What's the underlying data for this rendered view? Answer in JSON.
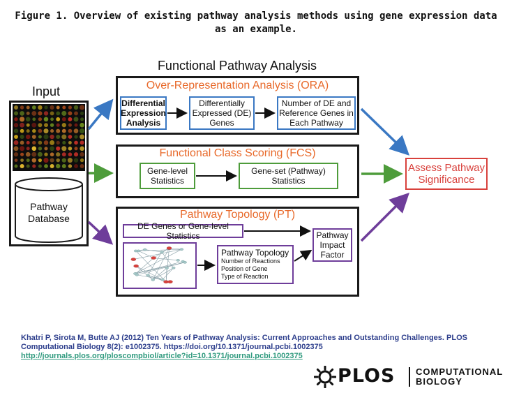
{
  "figure_title": "Figure 1. Overview of existing pathway analysis methods using gene expression data as an example.",
  "input": {
    "heading": "Input",
    "database_label": "Pathway Database"
  },
  "main_heading": "Functional Pathway Analysis",
  "ora": {
    "title": "Over-Representation Analysis (ORA)",
    "boxes": [
      "Differential Expression Analysis",
      "Differentially Expressed (DE) Genes",
      "Number of DE and Reference Genes in Each Pathway"
    ]
  },
  "fcs": {
    "title": "Functional Class Scoring (FCS)",
    "boxes": [
      "Gene-level Statistics",
      "Gene-set (Pathway) Statistics"
    ]
  },
  "pt": {
    "title": "Pathway Topology (PT)",
    "de_genes": "DE Genes or Gene-level Statistics",
    "topology_heading": "Pathway Topology",
    "topology_items": [
      "Number of Reactions",
      "Position of Gene",
      "Type of Reaction"
    ],
    "impact": "Pathway Impact Factor"
  },
  "assess": "Assess Pathway Significance",
  "citation": {
    "text": "Khatri P, Sirota M, Butte AJ (2012) Ten Years of Pathway Analysis: Current Approaches and Outstanding Challenges. PLOS Computational Biology 8(2): e1002375. https://doi.org/10.1371/journal.pcbi.1002375",
    "link": "http://journals.plos.org/ploscompbiol/article?id=10.1371/journal.pcbi.1002375"
  },
  "logo": {
    "wordmark": "PLOS",
    "line1": "COMPUTATIONAL",
    "line2": "BIOLOGY"
  },
  "colors": {
    "blue": "#3a78c3",
    "green": "#4e9c3b",
    "purple": "#6e3d9a",
    "red": "#d8413c",
    "orange": "#e8692a"
  }
}
